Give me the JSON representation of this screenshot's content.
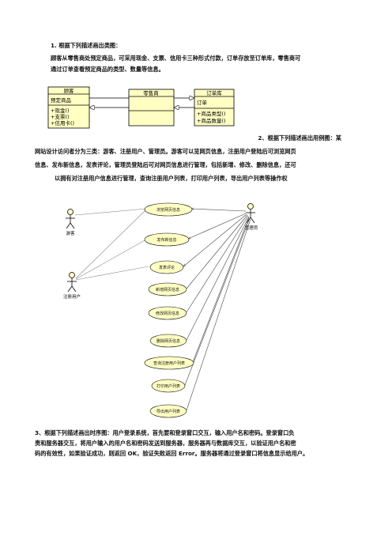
{
  "section1": {
    "heading": "1.  根据下列描述画出类图：",
    "desc_line1": "顾客从零售商处预定商品，可采用现金、支票、信用卡三种形式付款，订单存放至订单库，零售商可",
    "desc_line2": "通过订单查看预定商品的类型、数量等信息。"
  },
  "class_diagram": {
    "customer": {
      "name": "顾客",
      "attributes": [
        "预定商品"
      ],
      "operations": [
        "+现金()",
        "+支票()",
        "+信用卡()"
      ]
    },
    "retailer": {
      "name": "零售商"
    },
    "order_store": {
      "name": "订单库",
      "attributes": [
        "订单"
      ],
      "operations": [
        "+商品类型()",
        "+商品数量()"
      ]
    }
  },
  "section2": {
    "line1": "2、根据下列描述画出用例图：某",
    "line2": "网站设计访问者分为三类：游客、注册用户、管理员。游客可以览网页信息，注册用户登陆后可浏览网页",
    "line3": "信息、发布新信息，发表评论，管理员登陆后可对网页信息进行管理，包括新增、修改、删除信息，还可",
    "line4": "以拥有对注册用户信息进行管理，查询注册用户列表，打印用户列表，导出用户列表等操作权"
  },
  "use_case_diagram": {
    "actors": {
      "tourist": "游客",
      "registered": "注册用户",
      "admin": "管理员"
    },
    "use_cases": [
      "浏览网页信息",
      "发布新信息",
      "发表评论",
      "新增网页信息",
      "修改网页信息",
      "删除网页信息",
      "查询注册用户列表",
      "打印用户列表",
      "导出用户列表"
    ]
  },
  "section3": {
    "line1": "3、根据下列描述画出时序图：用户登录系统，首先要和登录窗口交互，输入用户名和密码。登录窗口负",
    "line2": "责和服务器交互，将用户输入的用户名和密码发送到服务器，服务器再与数据库交互，以验证用户名和密",
    "line3": "码的有效性，如果验证成功，则返回 OK，验证失败返回 Error。服务器将通过登录窗口将信息显示给用户。"
  }
}
